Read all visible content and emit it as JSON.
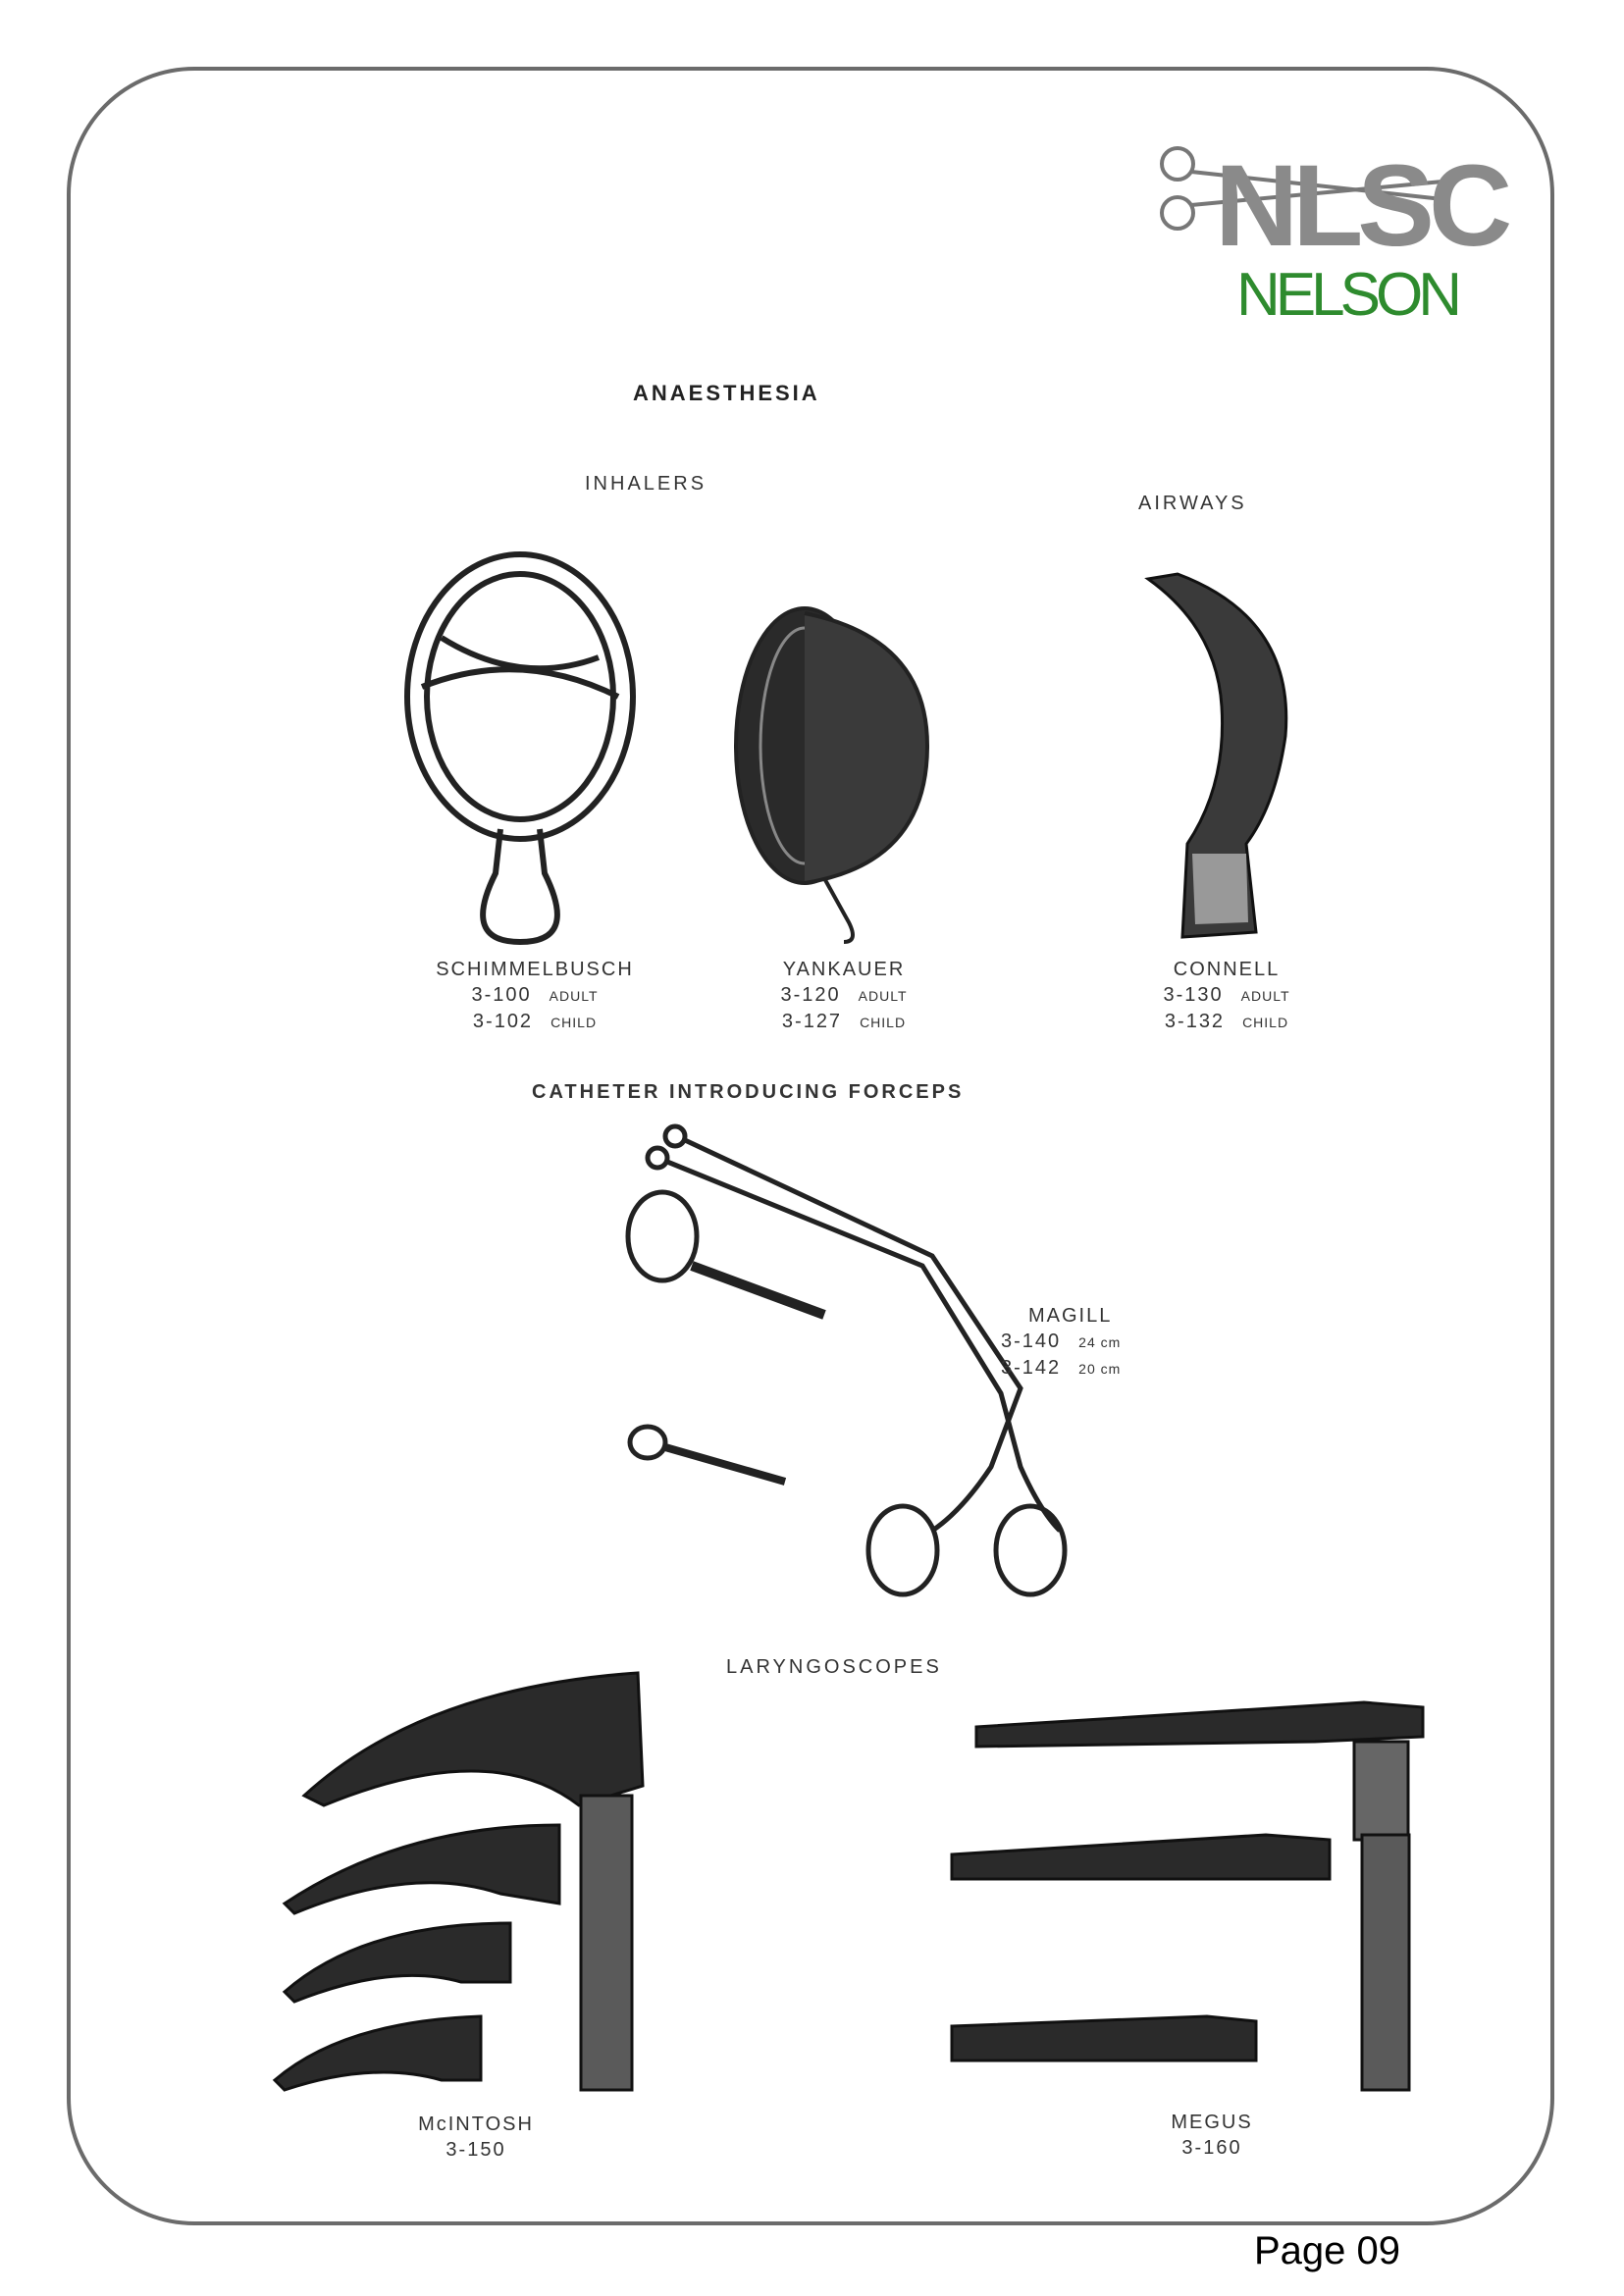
{
  "logo": {
    "monogram": "NLSC",
    "wordmark": "NELSON",
    "brand_green": "#2e8b2e",
    "gray": "#8a8a8a"
  },
  "section_title": "ANAESTHESIA",
  "inhalers": {
    "heading": "INHALERS",
    "items": [
      {
        "name": "SCHIMMELBUSCH",
        "codes": [
          {
            "code": "3-100",
            "size": "ADULT"
          },
          {
            "code": "3-102",
            "size": "CHILD"
          }
        ]
      },
      {
        "name": "YANKAUER",
        "codes": [
          {
            "code": "3-120",
            "size": "ADULT"
          },
          {
            "code": "3-127",
            "size": "CHILD"
          }
        ]
      }
    ]
  },
  "airways": {
    "heading": "AIRWAYS",
    "items": [
      {
        "name": "CONNELL",
        "codes": [
          {
            "code": "3-130",
            "size": "ADULT"
          },
          {
            "code": "3-132",
            "size": "CHILD"
          }
        ]
      }
    ]
  },
  "forceps": {
    "heading": "CATHETER INTRODUCING FORCEPS",
    "item": {
      "name": "MAGILL",
      "codes": [
        {
          "code": "3-140",
          "size": "24 cm"
        },
        {
          "code": "3-142",
          "size": "20 cm"
        }
      ]
    }
  },
  "laryngoscopes": {
    "heading": "LARYNGOSCOPES",
    "items": [
      {
        "name": "McINTOSH",
        "code": "3-150"
      },
      {
        "name": "MEGUS",
        "code": "3-160"
      }
    ]
  },
  "page_number": "Page 09"
}
